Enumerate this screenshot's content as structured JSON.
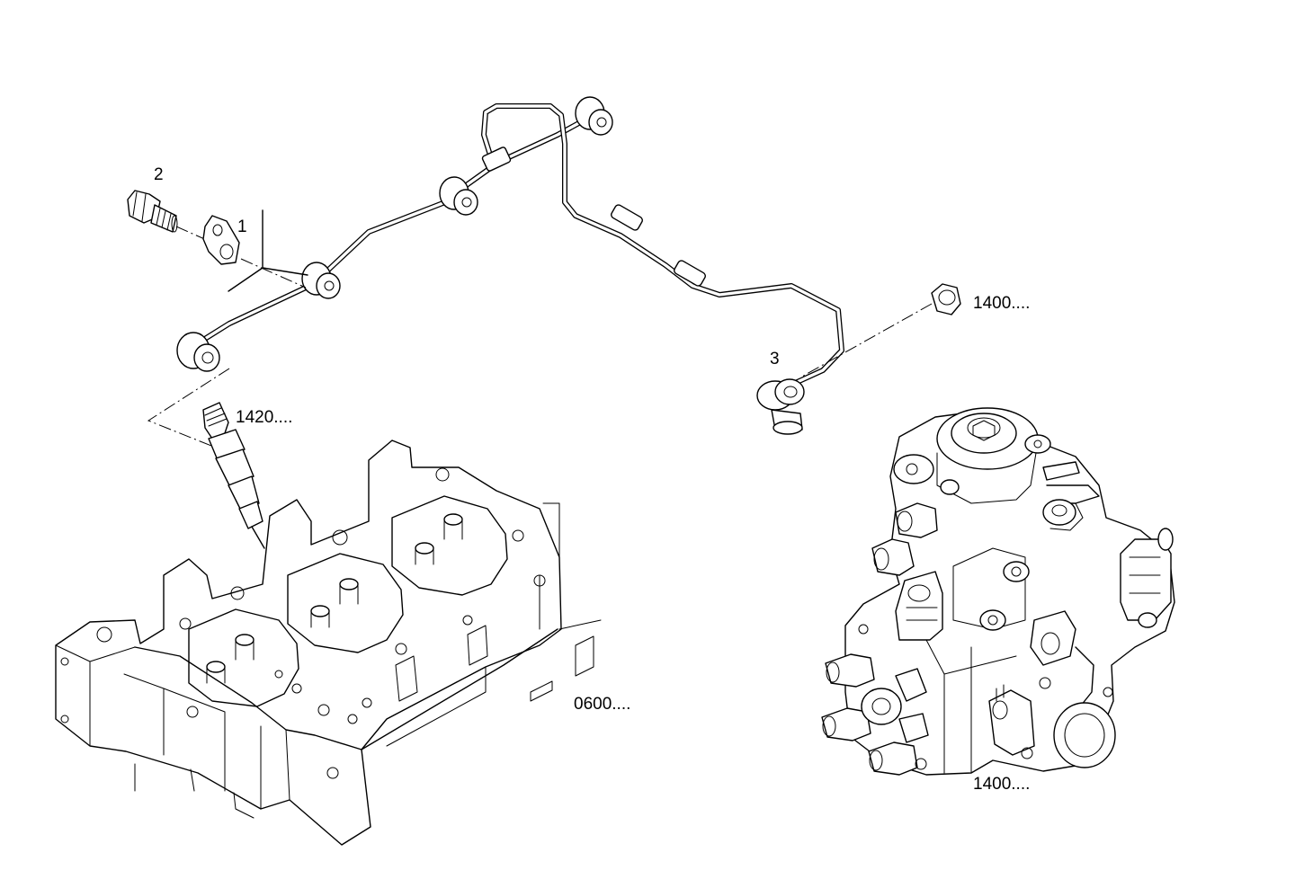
{
  "callouts": {
    "pipe_assembly": "1",
    "banjo_bolt": "2",
    "pump_fitting": "3",
    "injector_ref": "1420....",
    "cylinder_head_ref": "0600....",
    "pump_nut_ref": "1400....",
    "injection_pump_ref": "1400...."
  }
}
